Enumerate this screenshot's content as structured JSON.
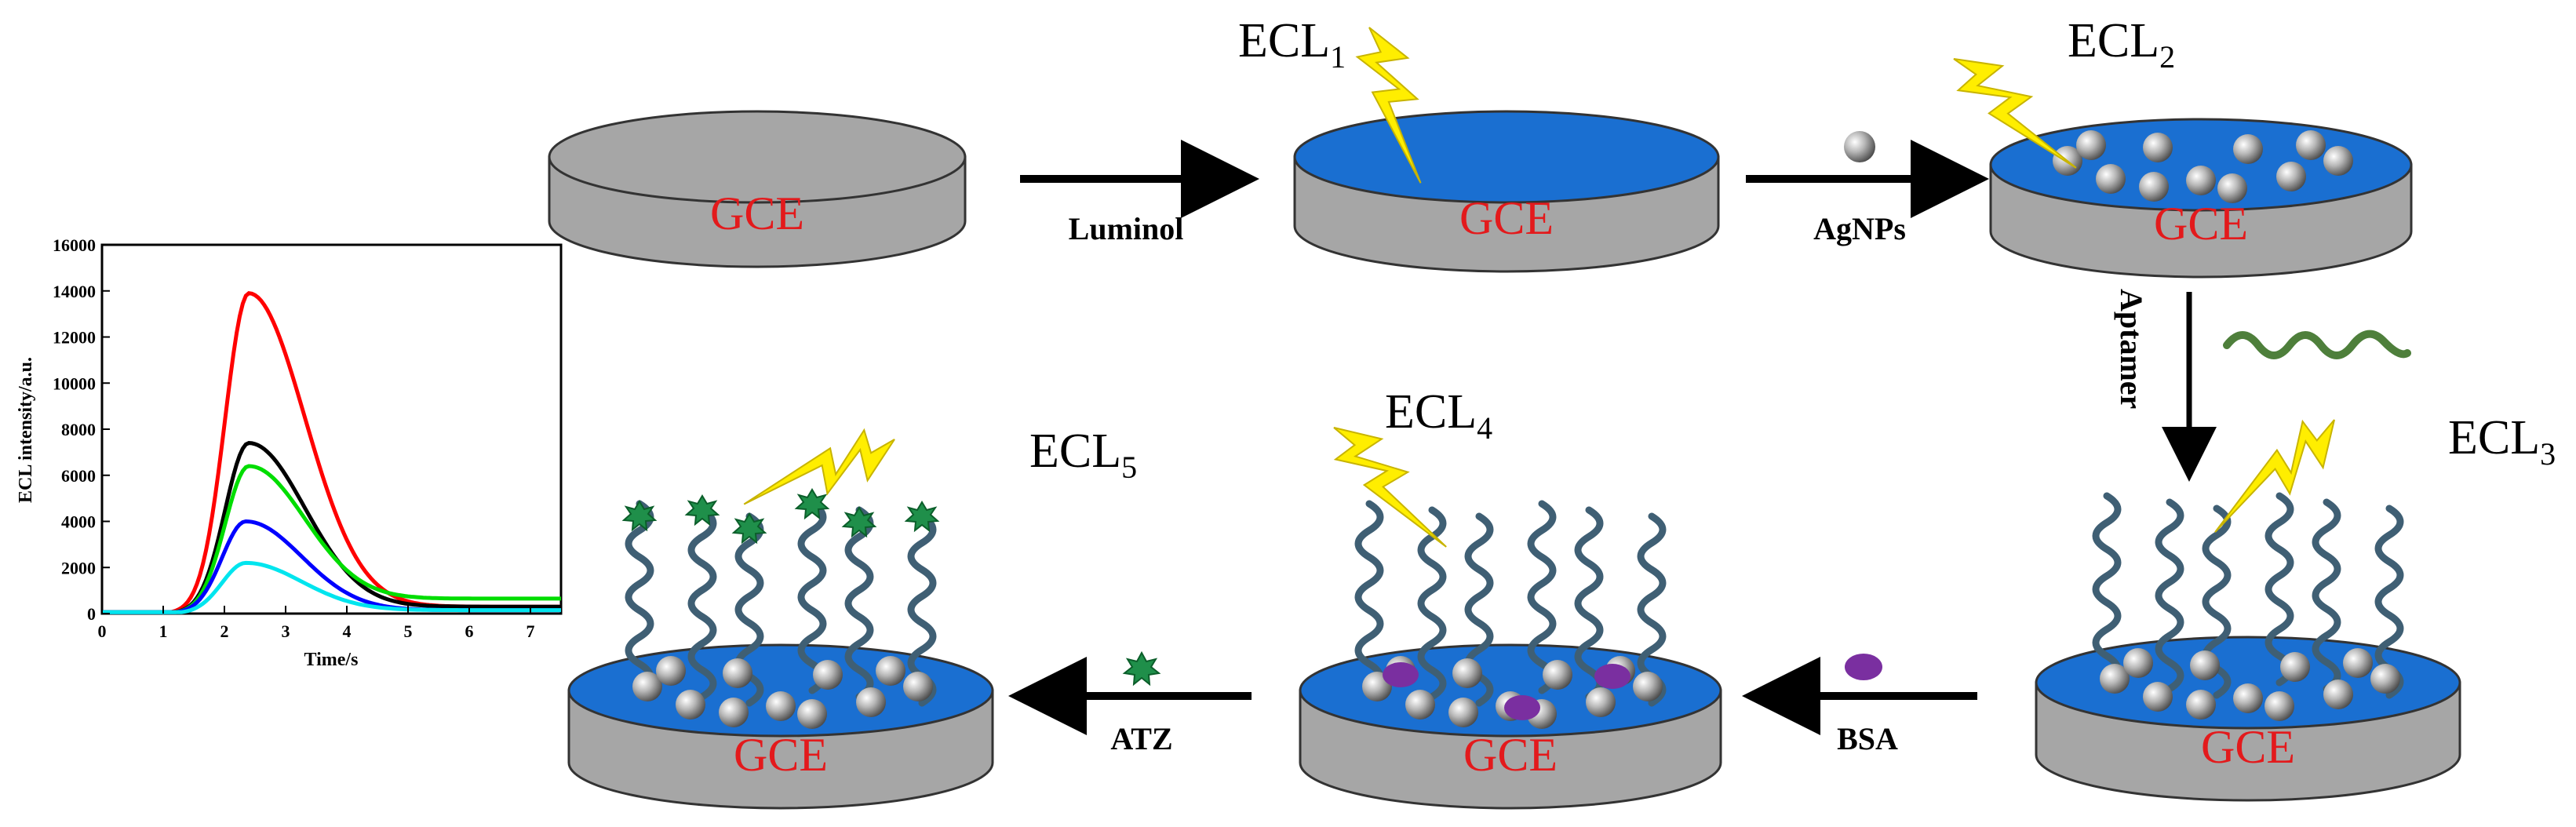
{
  "electrode_label": "GCE",
  "ecl_prefix": "ECL",
  "ecl_subscripts": [
    "1",
    "2",
    "3",
    "4",
    "5"
  ],
  "steps": {
    "luminol": "Luminol",
    "agnps": "AgNPs",
    "aptamer": "Aptamer",
    "bsa": "BSA",
    "atz": "ATZ"
  },
  "colors": {
    "electrode_body": "#a6a6a6",
    "electrode_top_bare": "#a6a6a6",
    "electrode_top_coated": "#1a6fd1",
    "gce_text": "#e31a1c",
    "aptamer_strand": "#3f5f74",
    "aptamer_free": "#4e7f3b",
    "bsa": "#7a2fa0",
    "atz": "#1f8f4a",
    "lightning": "#ffee00"
  },
  "chart_data": {
    "type": "line",
    "xlabel": "Time/s",
    "ylabel": "ECL intensity/a.u.",
    "xlim": [
      0,
      7.5
    ],
    "ylim": [
      0,
      16000
    ],
    "x_ticks": [
      0,
      1,
      2,
      3,
      4,
      5,
      6,
      7
    ],
    "y_ticks": [
      0,
      2000,
      4000,
      6000,
      8000,
      10000,
      12000,
      14000,
      16000
    ],
    "grid": false,
    "series": [
      {
        "color": "#ff0000",
        "peak_x": 2.4,
        "peak": 13900,
        "end": 300
      },
      {
        "color": "#000000",
        "peak_x": 2.4,
        "peak": 7400,
        "end": 300
      },
      {
        "color": "#00dd00",
        "peak_x": 2.4,
        "peak": 6400,
        "end": 650
      },
      {
        "color": "#0000ff",
        "peak_x": 2.35,
        "peak": 4000,
        "end": 150
      },
      {
        "color": "#00e5ee",
        "peak_x": 2.35,
        "peak": 2200,
        "end": 150
      }
    ]
  }
}
